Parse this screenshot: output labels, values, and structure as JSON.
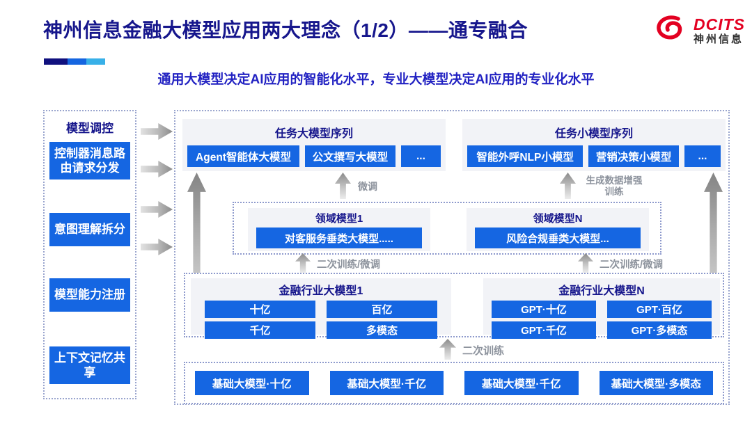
{
  "header": {
    "title": "神州信息金融大模型应用两大理念（1/2）——通专融合",
    "subtitle": "通用大模型决定AI应用的智能化水平，专业大模型决定AI应用的专业化水平",
    "logo": {
      "brand": "DCITS",
      "brand_cn": "神州信息"
    }
  },
  "sidebar": {
    "title": "模型调控",
    "items": [
      {
        "label": "控制器消息路由请求分发"
      },
      {
        "label": "意图理解拆分"
      },
      {
        "label": "模型能力注册"
      },
      {
        "label": "上下文记忆共享"
      }
    ]
  },
  "diagram": {
    "task_large": {
      "title": "任务大模型序列",
      "items": [
        "Agent智能体大模型",
        "公文撰写大模型",
        "..."
      ]
    },
    "task_small": {
      "title": "任务小模型序列",
      "items": [
        "智能外呼NLP小模型",
        "营销决策小模型",
        "..."
      ]
    },
    "labels": {
      "finetune": "微调",
      "augment": "生成数据增强训练",
      "retrain_ft_left": "二次训练/微调",
      "retrain_ft_right": "二次训练/微调",
      "retrain": "二次训练"
    },
    "domain": {
      "groups": [
        {
          "title": "领域模型1",
          "item": "对客服务垂类大模型....."
        },
        {
          "title": "领域模型N",
          "item": "风险合规垂类大模型..."
        }
      ]
    },
    "industry": {
      "groups": [
        {
          "title": "金融行业大模型1",
          "items": [
            "十亿",
            "百亿",
            "千亿",
            "多模态"
          ]
        },
        {
          "title": "金融行业大模型N",
          "items": [
            "GPT·十亿",
            "GPT·百亿",
            "GPT·千亿",
            "GPT·多模态"
          ]
        }
      ]
    },
    "base": {
      "items": [
        "基础大模型·十亿",
        "基础大模型·千亿",
        "基础大模型·千亿",
        "基础大模型·多模态"
      ]
    }
  },
  "colors": {
    "primary_blue": "#1566e2",
    "navy_text": "#16168c",
    "subtitle_blue": "#2222c2",
    "brand_red": "#e30021",
    "box_gray": "#f2f3f7",
    "arrow_gray": "#8a8a8a"
  }
}
